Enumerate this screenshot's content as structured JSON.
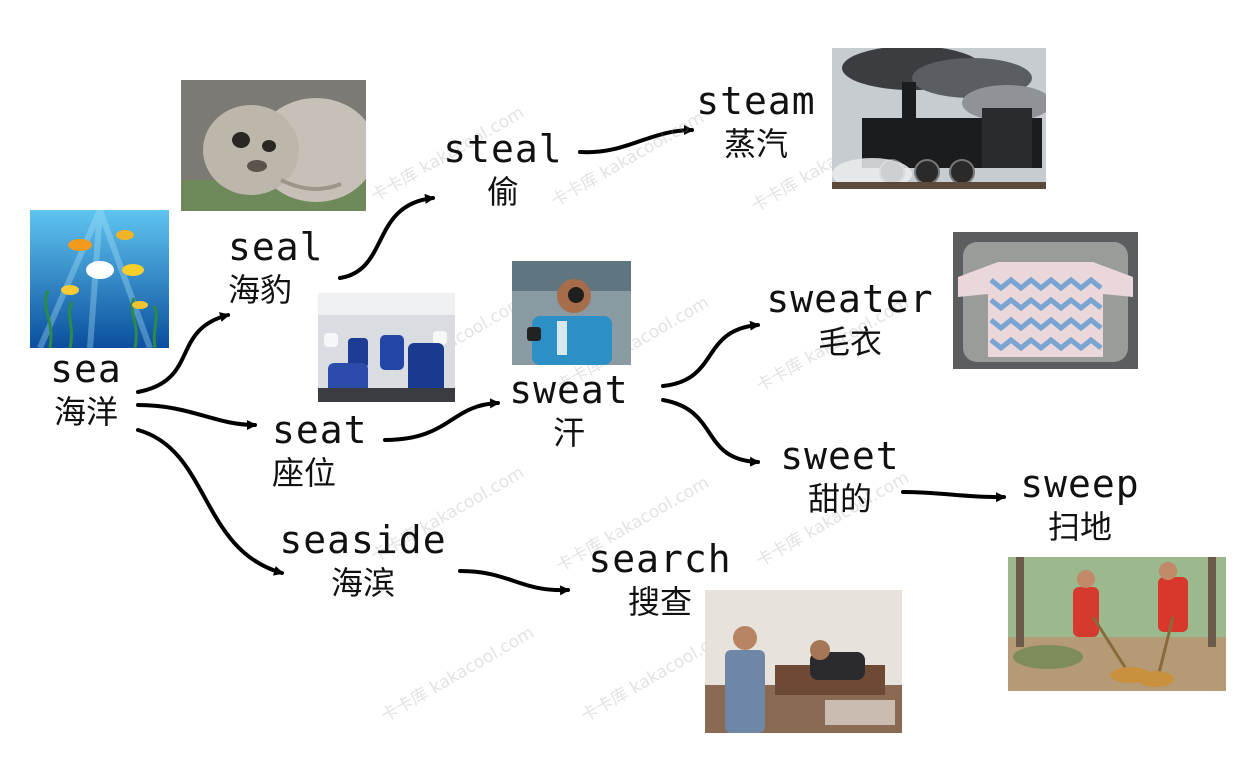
{
  "words": {
    "sea": {
      "en": "sea",
      "zh": "海洋"
    },
    "seal": {
      "en": "seal",
      "zh": "海豹"
    },
    "steal": {
      "en": "steal",
      "zh": "偷"
    },
    "steam": {
      "en": "steam",
      "zh": "蒸汽"
    },
    "seat": {
      "en": "seat",
      "zh": "座位"
    },
    "sweat": {
      "en": "sweat",
      "zh": "汗"
    },
    "sweater": {
      "en": "sweater",
      "zh": "毛衣"
    },
    "sweet": {
      "en": "sweet",
      "zh": "甜的"
    },
    "sweep": {
      "en": "sweep",
      "zh": "扫地"
    },
    "seaside": {
      "en": "seaside",
      "zh": "海滨"
    },
    "search": {
      "en": "search",
      "zh": "搜查"
    }
  },
  "watermark": {
    "text": "卡卡库  kakacool.com"
  },
  "colors": {
    "arrow": "#000000",
    "text": "#111111"
  }
}
